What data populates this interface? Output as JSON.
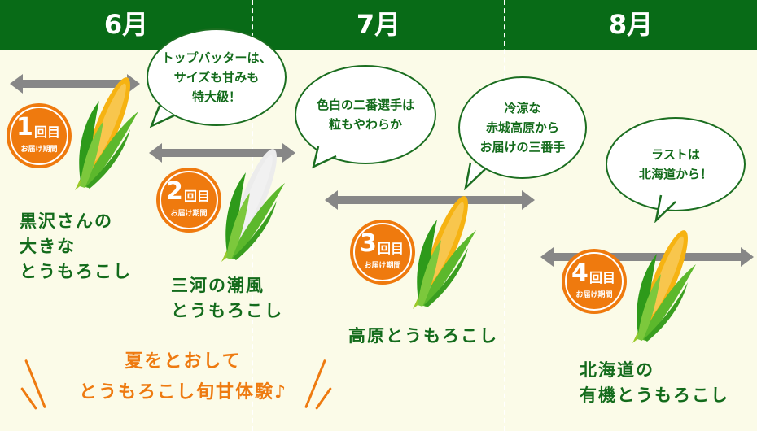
{
  "header": {
    "months": [
      "6月",
      "7月",
      "8月"
    ]
  },
  "colors": {
    "header": "#086b17",
    "background": "#fbfbe8",
    "badge": "#ef7a0e",
    "text": "#136b1b",
    "accent": "#ee7a10",
    "arrow": "#878787"
  },
  "deliveries": [
    {
      "num": "1",
      "kai": "回目",
      "sub": "お届け期間",
      "label": [
        "黒沢さんの",
        "大きな",
        "とうもろこし"
      ],
      "bubble": [
        "トップバッターは、",
        "サイズも甘みも",
        "特大級！"
      ],
      "corn": "yellow"
    },
    {
      "num": "2",
      "kai": "回目",
      "sub": "お届け期間",
      "label": [
        "三河の潮風",
        "とうもろこし"
      ],
      "bubble": [
        "色白の二番選手は",
        "粒もやわらか"
      ],
      "corn": "white"
    },
    {
      "num": "3",
      "kai": "回目",
      "sub": "お届け期間",
      "label": [
        "高原とうもろこし"
      ],
      "bubble": [
        "冷涼な",
        "赤城高原から",
        "お届けの三番手"
      ],
      "corn": "yellow"
    },
    {
      "num": "4",
      "kai": "回目",
      "sub": "お届け期間",
      "label": [
        "北海道の",
        "有機とうもろこし"
      ],
      "bubble": [
        "ラストは",
        "北海道から！"
      ],
      "corn": "yellow"
    }
  ],
  "tagline": [
    "夏をとおして",
    "とうもろこし旬甘体験♪"
  ]
}
